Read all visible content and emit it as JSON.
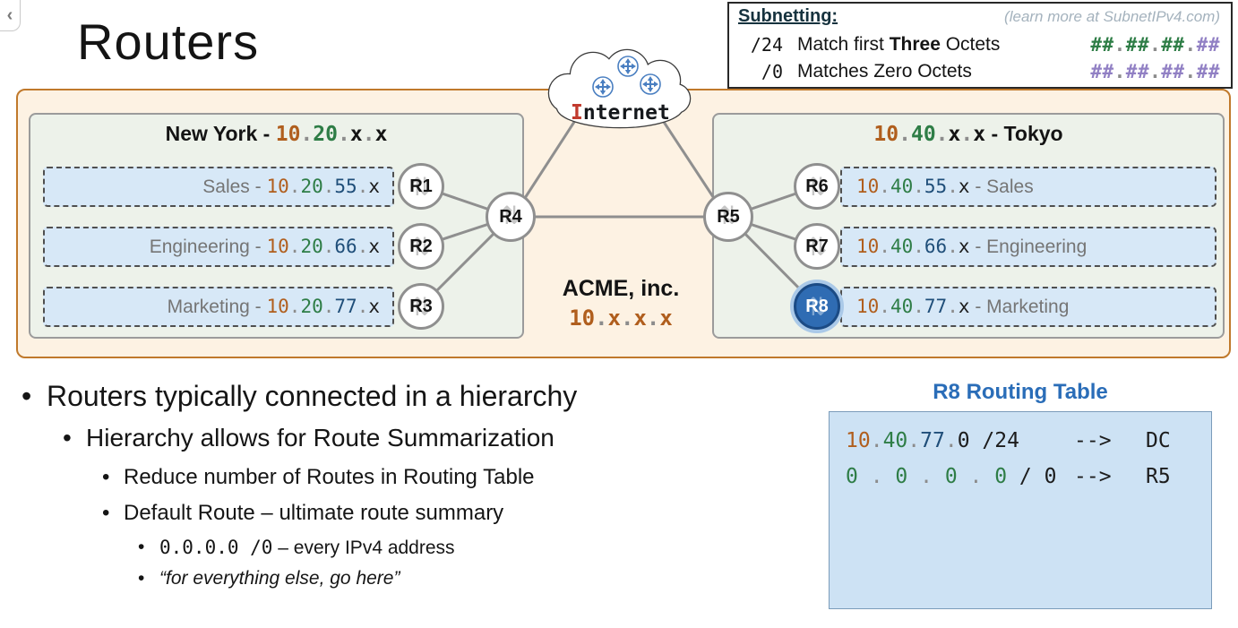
{
  "title": "Routers",
  "icons": {
    "updown_arrow": "⇅",
    "corner_arrow": "‹"
  },
  "palette": {
    "diagram_border": "#c0792b",
    "diagram_bg": "#fdf2e3",
    "site_bg": "#edf2ea",
    "subnet_bg": "#d7e8f7",
    "octet1_brown": "#b05e1d",
    "octet2_green": "#2e7d46",
    "octet3_navy": "#1f4e79",
    "matched_green": "#2e7d46",
    "unmatched_purple": "#9180c4",
    "table_bg": "#cde2f4",
    "table_title_blue": "#2a6db8",
    "internet_i_red": "#c23b2e",
    "r8_highlight_blue": "#2f6cb3"
  },
  "subnet_panel": {
    "heading": "Subnetting:",
    "note": "(learn more at SubnetIPv4.com)",
    "rows": [
      {
        "prefix": "/24",
        "desc": [
          {
            "t": "Match first "
          },
          {
            "t": "Three",
            "b": 1
          },
          {
            "t": " Octets"
          }
        ],
        "octets": [
          {
            "t": "##",
            "c": "green"
          },
          {
            "t": ".",
            "c": "dot"
          },
          {
            "t": "##",
            "c": "green"
          },
          {
            "t": ".",
            "c": "dot"
          },
          {
            "t": "##",
            "c": "green"
          },
          {
            "t": ".",
            "c": "dot"
          },
          {
            "t": "##",
            "c": "purple"
          }
        ]
      },
      {
        "prefix": "/0",
        "desc": [
          {
            "t": "Matches Zero Octets"
          }
        ],
        "octets": [
          {
            "t": "##",
            "c": "purple"
          },
          {
            "t": ".",
            "c": "dot"
          },
          {
            "t": "##",
            "c": "purple"
          },
          {
            "t": ".",
            "c": "dot"
          },
          {
            "t": "##",
            "c": "purple"
          },
          {
            "t": ".",
            "c": "dot"
          },
          {
            "t": "##",
            "c": "purple"
          }
        ]
      }
    ]
  },
  "diagram": {
    "cloud": {
      "label_head": "I",
      "label_tail": "nternet"
    },
    "acme": {
      "name": "ACME, inc.",
      "ip": [
        {
          "t": "10",
          "c": "oct1",
          "m": 1
        },
        {
          "t": ".",
          "c": "dot",
          "m": 1
        },
        {
          "t": "x",
          "c": "oct1",
          "m": 1
        },
        {
          "t": ".",
          "c": "dot",
          "m": 1
        },
        {
          "t": "x",
          "c": "oct1",
          "m": 1
        },
        {
          "t": ".",
          "c": "dot",
          "m": 1
        },
        {
          "t": "x",
          "c": "oct1",
          "m": 1
        }
      ]
    },
    "core_routers": [
      "R4",
      "R5"
    ],
    "ny": {
      "header": [
        {
          "t": "New York - "
        },
        {
          "t": "10",
          "c": "oct1",
          "m": 1
        },
        {
          "t": ".",
          "c": "dot",
          "m": 1
        },
        {
          "t": "20",
          "c": "oct2",
          "m": 1
        },
        {
          "t": ".",
          "c": "dot",
          "m": 1
        },
        {
          "t": "x",
          "m": 1
        },
        {
          "t": ".",
          "c": "dot",
          "m": 1
        },
        {
          "t": "x",
          "m": 1
        }
      ],
      "rows": [
        {
          "router": "R1",
          "segments": [
            {
              "t": "Sales - ",
              "c": "gray"
            },
            {
              "t": "10",
              "c": "oct1",
              "m": 1
            },
            {
              "t": ".",
              "c": "dot",
              "m": 1
            },
            {
              "t": "20",
              "c": "oct2",
              "m": 1
            },
            {
              "t": ".",
              "c": "dot",
              "m": 1
            },
            {
              "t": "55",
              "c": "oct3",
              "m": 1
            },
            {
              "t": ".",
              "c": "dot",
              "m": 1
            },
            {
              "t": "x",
              "c": "dark",
              "m": 1
            }
          ]
        },
        {
          "router": "R2",
          "segments": [
            {
              "t": "Engineering - ",
              "c": "gray"
            },
            {
              "t": "10",
              "c": "oct1",
              "m": 1
            },
            {
              "t": ".",
              "c": "dot",
              "m": 1
            },
            {
              "t": "20",
              "c": "oct2",
              "m": 1
            },
            {
              "t": ".",
              "c": "dot",
              "m": 1
            },
            {
              "t": "66",
              "c": "oct3",
              "m": 1
            },
            {
              "t": ".",
              "c": "dot",
              "m": 1
            },
            {
              "t": "x",
              "c": "dark",
              "m": 1
            }
          ]
        },
        {
          "router": "R3",
          "segments": [
            {
              "t": "Marketing - ",
              "c": "gray"
            },
            {
              "t": "10",
              "c": "oct1",
              "m": 1
            },
            {
              "t": ".",
              "c": "dot",
              "m": 1
            },
            {
              "t": "20",
              "c": "oct2",
              "m": 1
            },
            {
              "t": ".",
              "c": "dot",
              "m": 1
            },
            {
              "t": "77",
              "c": "oct3",
              "m": 1
            },
            {
              "t": ".",
              "c": "dot",
              "m": 1
            },
            {
              "t": "x",
              "c": "dark",
              "m": 1
            }
          ]
        }
      ]
    },
    "tokyo": {
      "header": [
        {
          "t": "10",
          "c": "oct1",
          "m": 1
        },
        {
          "t": ".",
          "c": "dot",
          "m": 1
        },
        {
          "t": "40",
          "c": "oct2",
          "m": 1
        },
        {
          "t": ".",
          "c": "dot",
          "m": 1
        },
        {
          "t": "x",
          "m": 1
        },
        {
          "t": ".",
          "c": "dot",
          "m": 1
        },
        {
          "t": "x",
          "m": 1
        },
        {
          "t": " - Tokyo"
        }
      ],
      "rows": [
        {
          "router": "R6",
          "segments": [
            {
              "t": "10",
              "c": "oct1",
              "m": 1
            },
            {
              "t": ".",
              "c": "dot",
              "m": 1
            },
            {
              "t": "40",
              "c": "oct2",
              "m": 1
            },
            {
              "t": ".",
              "c": "dot",
              "m": 1
            },
            {
              "t": "55",
              "c": "oct3",
              "m": 1
            },
            {
              "t": ".",
              "c": "dot",
              "m": 1
            },
            {
              "t": "x",
              "c": "dark",
              "m": 1
            },
            {
              "t": " - Sales",
              "c": "gray"
            }
          ]
        },
        {
          "router": "R7",
          "segments": [
            {
              "t": "10",
              "c": "oct1",
              "m": 1
            },
            {
              "t": ".",
              "c": "dot",
              "m": 1
            },
            {
              "t": "40",
              "c": "oct2",
              "m": 1
            },
            {
              "t": ".",
              "c": "dot",
              "m": 1
            },
            {
              "t": "66",
              "c": "oct3",
              "m": 1
            },
            {
              "t": ".",
              "c": "dot",
              "m": 1
            },
            {
              "t": "x",
              "c": "dark",
              "m": 1
            },
            {
              "t": " - Engineering",
              "c": "gray"
            }
          ]
        },
        {
          "router": "R8",
          "segments": [
            {
              "t": "10",
              "c": "oct1",
              "m": 1
            },
            {
              "t": ".",
              "c": "dot",
              "m": 1
            },
            {
              "t": "40",
              "c": "oct2",
              "m": 1
            },
            {
              "t": ".",
              "c": "dot",
              "m": 1
            },
            {
              "t": "77",
              "c": "oct3",
              "m": 1
            },
            {
              "t": ".",
              "c": "dot",
              "m": 1
            },
            {
              "t": "x",
              "c": "dark",
              "m": 1
            },
            {
              "t": " - Marketing",
              "c": "gray"
            }
          ]
        }
      ]
    }
  },
  "bullets": [
    {
      "level": 1,
      "segments": [
        {
          "t": "Routers typically connected in a hierarchy"
        }
      ]
    },
    {
      "level": 2,
      "segments": [
        {
          "t": "Hierarchy allows for Route Summarization"
        }
      ]
    },
    {
      "level": 3,
      "segments": [
        {
          "t": "Reduce number of Routes in Routing Table"
        }
      ]
    },
    {
      "level": 3,
      "segments": [
        {
          "t": "Default Route – ultimate route summary"
        }
      ]
    },
    {
      "level": 4,
      "segments": [
        {
          "t": "0.0.0.0 /0",
          "m": 1
        },
        {
          "t": " – every IPv4 address"
        }
      ]
    },
    {
      "level": 4,
      "segments": [
        {
          "t": "“for everything else, go here”",
          "i": 1
        }
      ]
    }
  ],
  "routing_table": {
    "title": "R8 Routing Table",
    "rows": [
      {
        "route": [
          {
            "t": "10",
            "c": "oct1"
          },
          {
            "t": ".",
            "c": "dot"
          },
          {
            "t": "40",
            "c": "oct2"
          },
          {
            "t": ".",
            "c": "dot"
          },
          {
            "t": "77",
            "c": "oct3"
          },
          {
            "t": ".",
            "c": "dot"
          },
          {
            "t": "0",
            "c": "dark"
          },
          {
            "t": " /24",
            "c": "dark"
          }
        ],
        "arrow": "-->",
        "target": "DC"
      },
      {
        "route": [
          {
            "t": " ",
            "c": "dark"
          },
          {
            "t": "0",
            "c": "green"
          },
          {
            "t": " . ",
            "c": "dot"
          },
          {
            "t": "0",
            "c": "green"
          },
          {
            "t": " . ",
            "c": "dot"
          },
          {
            "t": "0",
            "c": "green"
          },
          {
            "t": " . ",
            "c": "dot"
          },
          {
            "t": "0",
            "c": "green"
          },
          {
            "t": " / 0",
            "c": "dark"
          }
        ],
        "arrow": "-->",
        "target": "R5"
      }
    ]
  }
}
